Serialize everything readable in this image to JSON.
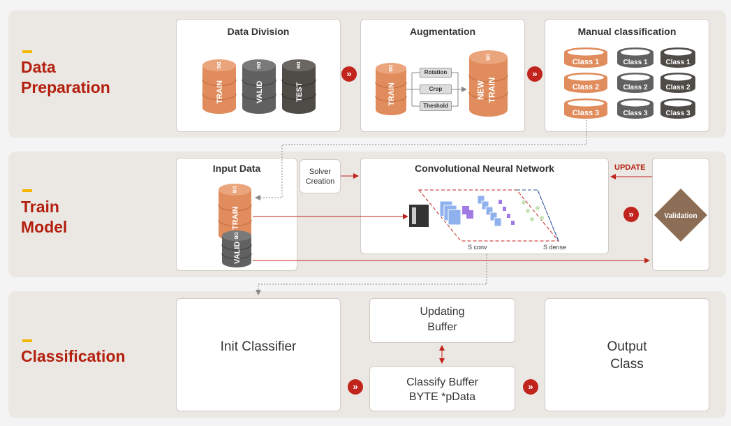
{
  "sections": [
    {
      "title_line1": "Data",
      "title_line2": "Preparation"
    },
    {
      "title_line1": "Train",
      "title_line2": "Model"
    },
    {
      "title_line1": "Classification",
      "title_line2": ""
    }
  ],
  "data_division": {
    "title": "Data Division",
    "dbs": [
      "TRAIN",
      "VALID",
      "TEST"
    ],
    "db_icon": "DB"
  },
  "augmentation": {
    "title": "Augmentation",
    "source": "TRAIN",
    "ops": [
      "Rotation",
      "Crop",
      "Theshold"
    ],
    "target_line1": "NEW",
    "target_line2": "TRAIN"
  },
  "manual": {
    "title": "Manual classification",
    "classes": [
      "Class 1",
      "Class 2",
      "Class 3"
    ]
  },
  "train": {
    "input_title": "Input Data",
    "train_db": "TRAIN",
    "valid_db": "VALID",
    "solver": "Solver Creation",
    "cnn_title": "Convolutional Neural Network",
    "update": "UPDATE",
    "validation": "Validation",
    "s_conv": "S conv",
    "s_dense": "S dense"
  },
  "classification": {
    "init": "Init Classifier",
    "updating": "Updating Buffer",
    "classify_line1": "Classify Buffer",
    "classify_line2": "BYTE *pData",
    "output": "Output Class"
  },
  "colors": {
    "accent_red": "#b3200f",
    "orange_db": "#e08c5c",
    "gray_db": "#616161",
    "dark_db": "#4f4c48",
    "dash": "#f5b800"
  },
  "icons": {
    "next": "double-chevron-right-icon"
  }
}
